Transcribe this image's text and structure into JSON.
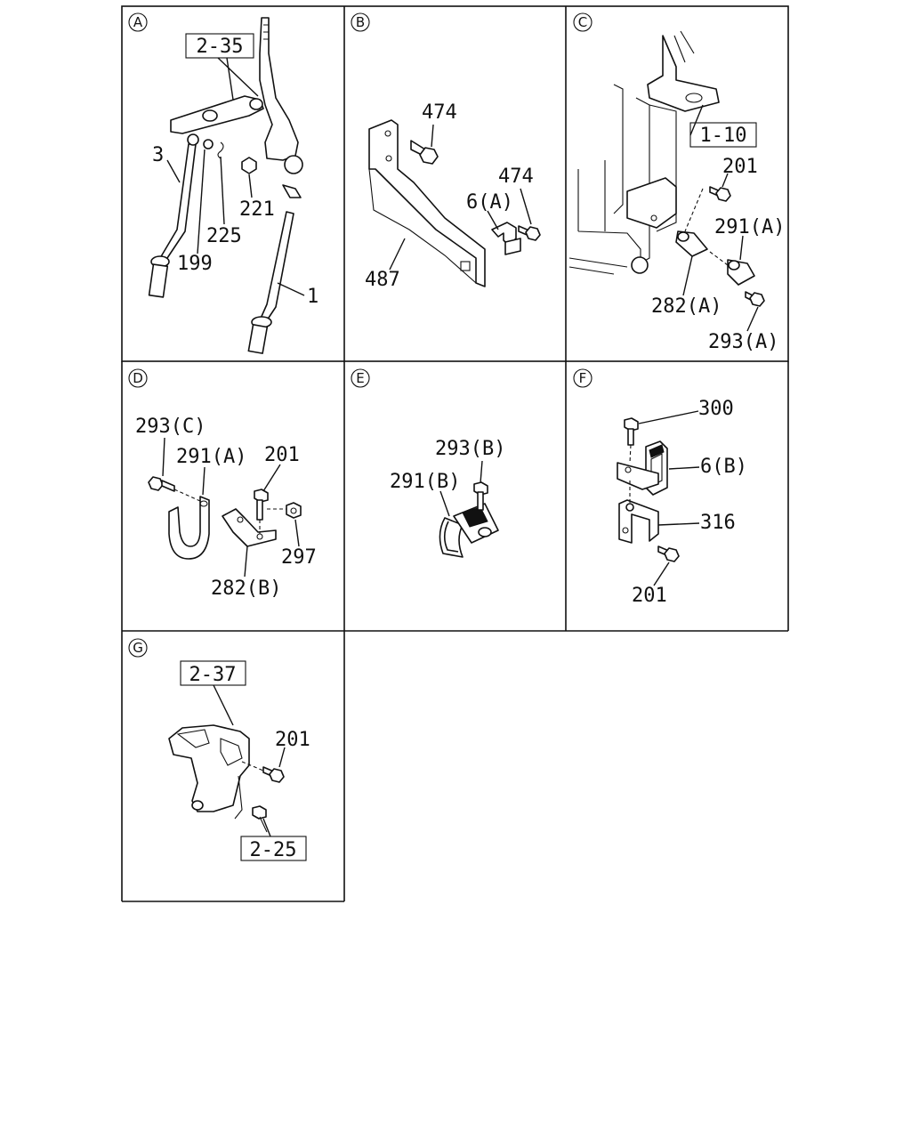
{
  "panels": [
    {
      "letter": "A",
      "refs": [
        "2-35"
      ],
      "labels": [
        "3",
        "199",
        "225",
        "221",
        "1"
      ]
    },
    {
      "letter": "B",
      "refs": [],
      "labels": [
        "474",
        "474",
        "6(A)",
        "487"
      ]
    },
    {
      "letter": "C",
      "refs": [
        "1-10"
      ],
      "labels": [
        "201",
        "291(A)",
        "282(A)",
        "293(A)"
      ]
    },
    {
      "letter": "D",
      "refs": [],
      "labels": [
        "293(C)",
        "291(A)",
        "201",
        "297",
        "282(B)"
      ]
    },
    {
      "letter": "E",
      "refs": [],
      "labels": [
        "293(B)",
        "291(B)"
      ]
    },
    {
      "letter": "F",
      "refs": [],
      "labels": [
        "300",
        "6(B)",
        "316",
        "201"
      ]
    },
    {
      "letter": "G",
      "refs": [
        "2-37",
        "2-25"
      ],
      "labels": [
        "201"
      ]
    }
  ]
}
